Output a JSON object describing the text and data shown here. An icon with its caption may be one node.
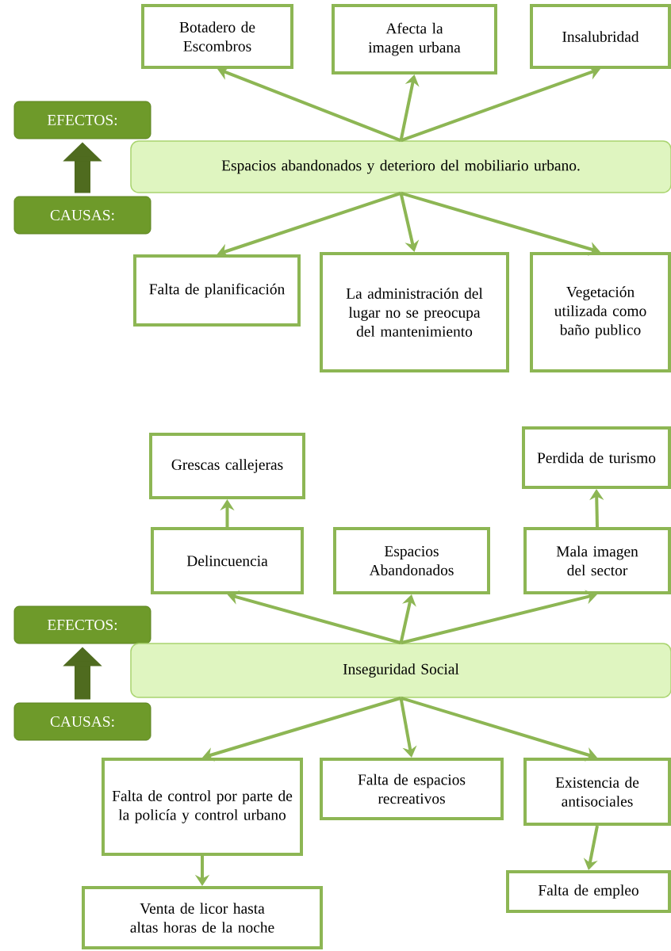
{
  "diagram": {
    "nodes": [
      {
        "text": [
          "EFECTOS:"
        ]
      },
      {
        "text": [
          "Espacios abandonados y deterioro del mobiliario urbano."
        ]
      },
      {
        "text": [
          "CAUSAS:"
        ]
      },
      {
        "text": [
          "Botadero de Escombros"
        ]
      },
      {
        "text": [
          "Afecta la imagen urbana"
        ]
      },
      {
        "text": [
          "Insalubridad"
        ]
      },
      {
        "text": [
          "Falta de planificación"
        ]
      },
      {
        "text": [
          "La administración del lugar no se preocupa del mantenimiento"
        ]
      },
      {
        "text": [
          "Vegetación utilizada como baño publico"
        ]
      },
      {
        "text": [
          "Grescas callejeras"
        ]
      },
      {
        "text": [
          "Delincuencia"
        ]
      },
      {
        "text": [
          "Espacios Abandonados"
        ]
      },
      {
        "text": [
          "Mala imagen del sector"
        ]
      },
      {
        "text": [
          "Perdida de turismo"
        ]
      },
      {
        "text": [
          "EFECTOS:"
        ]
      },
      {
        "text": [
          "Inseguridad Social"
        ]
      },
      {
        "text": [
          "CAUSAS:"
        ]
      },
      {
        "text": [
          "Falta de control por parte de la policía y control urbano"
        ]
      },
      {
        "text": [
          "Falta de espacios recreativos"
        ]
      },
      {
        "text": [
          "Existencia de antisociales"
        ]
      },
      {
        "text": [
          "Venta de licor hasta altas horas de la noche"
        ]
      },
      {
        "text": [
          "Falta de empleo"
        ]
      }
    ],
    "edges": [
      {
        "from": 2,
        "to": 0,
        "arrow": "to",
        "style": "thick",
        "color": "#4f6b1f"
      },
      {
        "from": 1,
        "to": 3,
        "arrow": "to"
      },
      {
        "from": 1,
        "to": 4,
        "arrow": "to"
      },
      {
        "from": 1,
        "to": 5,
        "arrow": "to"
      },
      {
        "from": 1,
        "to": 6,
        "arrow": "to"
      },
      {
        "from": 1,
        "to": 7,
        "arrow": "to"
      },
      {
        "from": 1,
        "to": 8,
        "arrow": "to"
      },
      {
        "from": 16,
        "to": 14,
        "arrow": "to",
        "style": "thick",
        "color": "#4f6b1f"
      },
      {
        "from": 15,
        "to": 10,
        "arrow": "to"
      },
      {
        "from": 15,
        "to": 11,
        "arrow": "to"
      },
      {
        "from": 15,
        "to": 12,
        "arrow": "to"
      },
      {
        "from": 10,
        "to": 9,
        "arrow": "to"
      },
      {
        "from": 12,
        "to": 13,
        "arrow": "to"
      },
      {
        "from": 15,
        "to": 17,
        "arrow": "to"
      },
      {
        "from": 15,
        "to": 18,
        "arrow": "to"
      },
      {
        "from": 15,
        "to": 19,
        "arrow": "to"
      },
      {
        "from": 17,
        "to": 20,
        "arrow": "to"
      },
      {
        "from": 19,
        "to": 21,
        "arrow": "to"
      }
    ]
  }
}
